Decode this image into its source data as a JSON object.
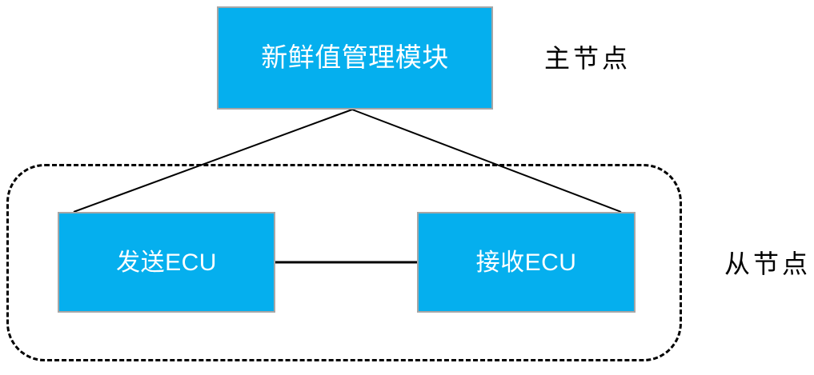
{
  "diagram": {
    "title_present": false,
    "background_color": "#ffffff",
    "node_fill_color": "#05AFEE",
    "node_border_color": "#A6A6A6",
    "node_text_color": "#ffffff",
    "connector_color": "#000000",
    "group_border_color": "#000000",
    "nodes": [
      {
        "id": "master",
        "label": "新鲜值管理模块",
        "role": "master"
      },
      {
        "id": "sender",
        "label": "发送ECU",
        "role": "slave"
      },
      {
        "id": "receiver",
        "label": "接收ECU",
        "role": "slave"
      }
    ],
    "annotations": [
      {
        "id": "master-node",
        "label": "主节点"
      },
      {
        "id": "slave-node",
        "label": "从节点"
      }
    ],
    "group": {
      "id": "slave-group",
      "style": "dashed-rounded-rectangle",
      "members": [
        "sender",
        "receiver"
      ]
    },
    "edges": [
      {
        "id": "master-to-sender",
        "from": "master",
        "to": "sender",
        "style": "solid"
      },
      {
        "id": "master-to-receiver",
        "from": "master",
        "to": "receiver",
        "style": "solid"
      },
      {
        "id": "sender-to-receiver",
        "from": "sender",
        "to": "receiver",
        "style": "solid"
      }
    ]
  }
}
